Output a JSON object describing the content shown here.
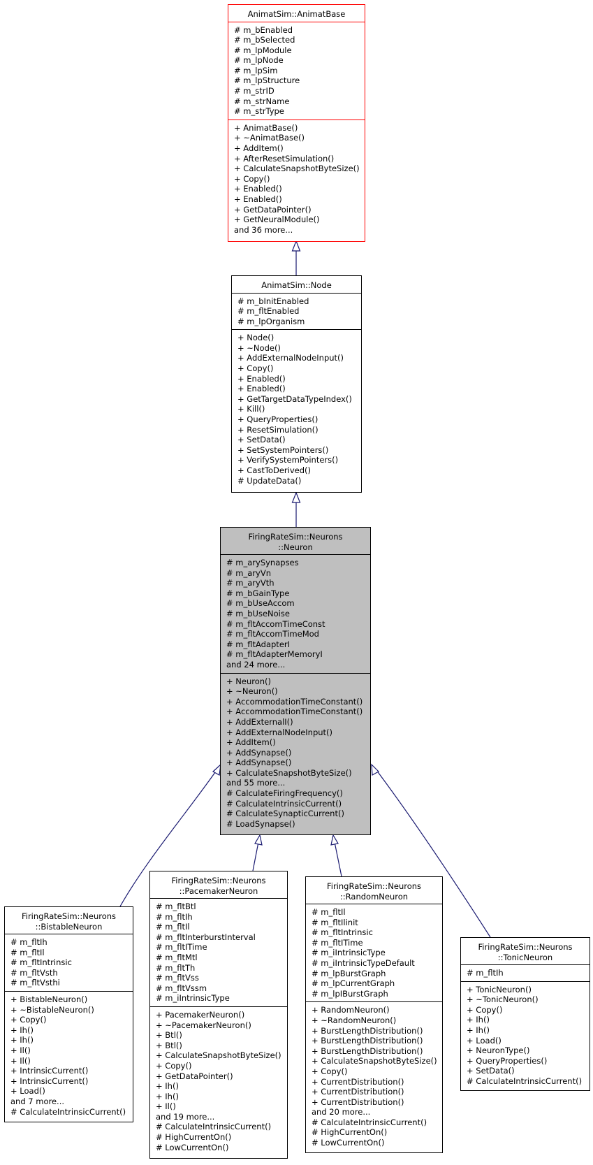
{
  "colors": {
    "edge": "#191970",
    "focus_fill": "#bfbfbf",
    "base_border": "#ff0000"
  },
  "classes": {
    "animatbase": {
      "title": [
        "AnimatSim::AnimatBase"
      ],
      "attributes": [
        "# m_bEnabled",
        "# m_bSelected",
        "# m_lpModule",
        "# m_lpNode",
        "# m_lpSim",
        "# m_lpStructure",
        "# m_strID",
        "# m_strName",
        "# m_strType"
      ],
      "methods": [
        "+ AnimatBase()",
        "+ ~AnimatBase()",
        "+ AddItem()",
        "+ AfterResetSimulation()",
        "+ CalculateSnapshotByteSize()",
        "+ Copy()",
        "+ Enabled()",
        "+ Enabled()",
        "+ GetDataPointer()",
        "+ GetNeuralModule()",
        "and 36 more..."
      ]
    },
    "node": {
      "title": [
        "AnimatSim::Node"
      ],
      "attributes": [
        "# m_bInitEnabled",
        "# m_fltEnabled",
        "# m_lpOrganism"
      ],
      "methods": [
        "+ Node()",
        "+ ~Node()",
        "+ AddExternalNodeInput()",
        "+ Copy()",
        "+ Enabled()",
        "+ Enabled()",
        "+ GetTargetDataTypeIndex()",
        "+ Kill()",
        "+ QueryProperties()",
        "+ ResetSimulation()",
        "+ SetData()",
        "+ SetSystemPointers()",
        "+ VerifySystemPointers()",
        "+ CastToDerived()",
        "# UpdateData()"
      ]
    },
    "neuron": {
      "title": [
        "FiringRateSim::Neurons",
        "::Neuron"
      ],
      "attributes": [
        "# m_arySynapses",
        "# m_aryVn",
        "# m_aryVth",
        "# m_bGainType",
        "# m_bUseAccom",
        "# m_bUseNoise",
        "# m_fltAccomTimeConst",
        "# m_fltAccomTimeMod",
        "# m_fltAdapterI",
        "# m_fltAdapterMemoryI",
        "and 24 more..."
      ],
      "methods": [
        "+ Neuron()",
        "+ ~Neuron()",
        "+ AccommodationTimeConstant()",
        "+ AccommodationTimeConstant()",
        "+ AddExternalI()",
        "+ AddExternalNodeInput()",
        "+ AddItem()",
        "+ AddSynapse()",
        "+ AddSynapse()",
        "+ CalculateSnapshotByteSize()",
        "and 55 more...",
        "# CalculateFiringFrequency()",
        "# CalculateIntrinsicCurrent()",
        "# CalculateSynapticCurrent()",
        "# LoadSynapse()"
      ]
    },
    "bistable": {
      "title": [
        "FiringRateSim::Neurons",
        "::BistableNeuron"
      ],
      "attributes": [
        "# m_fltIh",
        "# m_fltIl",
        "# m_fltIntrinsic",
        "# m_fltVsth",
        "# m_fltVsthi"
      ],
      "methods": [
        "+ BistableNeuron()",
        "+ ~BistableNeuron()",
        "+ Copy()",
        "+ Ih()",
        "+ Ih()",
        "+ Il()",
        "+ Il()",
        "+ IntrinsicCurrent()",
        "+ IntrinsicCurrent()",
        "+ Load()",
        "and 7 more...",
        "# CalculateIntrinsicCurrent()"
      ]
    },
    "pacemaker": {
      "title": [
        "FiringRateSim::Neurons",
        "::PacemakerNeuron"
      ],
      "attributes": [
        "# m_fltBtl",
        "# m_fltIh",
        "# m_fltIl",
        "# m_fltInterburstInterval",
        "# m_fltITime",
        "# m_fltMtl",
        "# m_fltTh",
        "# m_fltVss",
        "# m_fltVssm",
        "# m_iIntrinsicType"
      ],
      "methods": [
        "+ PacemakerNeuron()",
        "+ ~PacemakerNeuron()",
        "+ Btl()",
        "+ Btl()",
        "+ CalculateSnapshotByteSize()",
        "+ Copy()",
        "+ GetDataPointer()",
        "+ Ih()",
        "+ Ih()",
        "+ Il()",
        "and 19 more...",
        "# CalculateIntrinsicCurrent()",
        "# HighCurrentOn()",
        "# LowCurrentOn()"
      ]
    },
    "random": {
      "title": [
        "FiringRateSim::Neurons",
        "::RandomNeuron"
      ],
      "attributes": [
        "# m_fltIl",
        "# m_fltIlinit",
        "# m_fltIntrinsic",
        "# m_fltITime",
        "# m_iIntrinsicType",
        "# m_iIntrinsicTypeDefault",
        "# m_lpBurstGraph",
        "# m_lpCurrentGraph",
        "# m_lpIBurstGraph"
      ],
      "methods": [
        "+ RandomNeuron()",
        "+ ~RandomNeuron()",
        "+ BurstLengthDistribution()",
        "+ BurstLengthDistribution()",
        "+ BurstLengthDistribution()",
        "+ CalculateSnapshotByteSize()",
        "+ Copy()",
        "+ CurrentDistribution()",
        "+ CurrentDistribution()",
        "+ CurrentDistribution()",
        "and 20 more...",
        "# CalculateIntrinsicCurrent()",
        "# HighCurrentOn()",
        "# LowCurrentOn()"
      ]
    },
    "tonic": {
      "title": [
        "FiringRateSim::Neurons",
        "::TonicNeuron"
      ],
      "attributes": [
        "# m_fltIh"
      ],
      "methods": [
        "+ TonicNeuron()",
        "+ ~TonicNeuron()",
        "+ Copy()",
        "+ Ih()",
        "+ Ih()",
        "+ Load()",
        "+ NeuronType()",
        "+ QueryProperties()",
        "+ SetData()",
        "# CalculateIntrinsicCurrent()"
      ]
    }
  }
}
